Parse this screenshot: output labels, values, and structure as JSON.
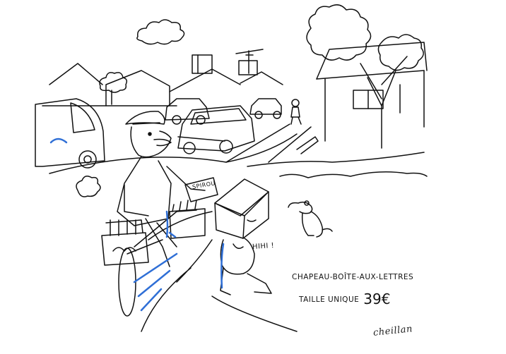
{
  "scene": {
    "kid_exclamation": "HIHI !",
    "bag_label": "SPIROU",
    "caption": {
      "line1": "CHAPEAU-BOÎTE-AUX-LETTRES",
      "line2": "TAILLE UNIQUE",
      "price": "39€"
    },
    "signature": "cheillan"
  },
  "colors": {
    "ink": "#111111",
    "accent_blue": "#2f6fd6",
    "paper": "#ffffff"
  }
}
